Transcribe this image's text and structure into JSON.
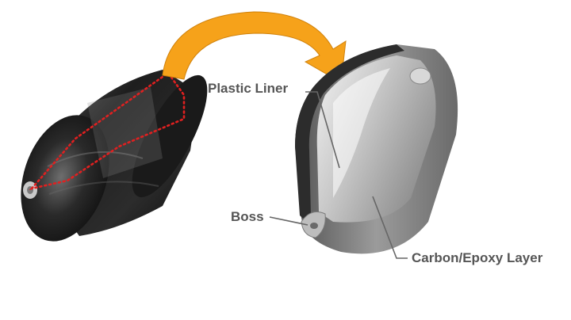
{
  "labels": {
    "plastic_liner": "Plastic Liner",
    "boss": "Boss",
    "carbon_epoxy_layer": "Carbon/Epoxy Layer"
  },
  "colors": {
    "label_text": "#555555",
    "arrow_fill": "#f6a21a",
    "section_outline": "#e02020",
    "leader_line": "#666666"
  }
}
